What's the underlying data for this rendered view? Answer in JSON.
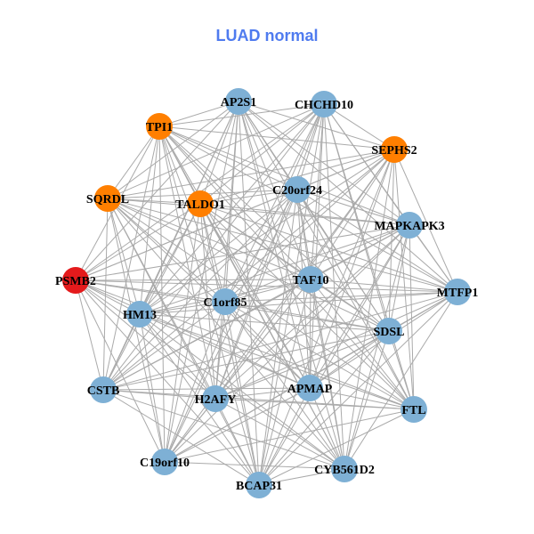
{
  "title": "LUAD normal",
  "colors": {
    "blue": "#7EB0D5",
    "orange": "#FF7F00",
    "red": "#E41A1C",
    "edge": "#AAAAAA"
  },
  "nodes": [
    {
      "id": "AP2S1",
      "group": "blue"
    },
    {
      "id": "CHCHD10",
      "group": "blue"
    },
    {
      "id": "TPI1",
      "group": "orange"
    },
    {
      "id": "SEPHS2",
      "group": "orange"
    },
    {
      "id": "SQRDL",
      "group": "orange"
    },
    {
      "id": "TALDO1",
      "group": "orange"
    },
    {
      "id": "C20orf24",
      "group": "blue"
    },
    {
      "id": "MAPKAPK3",
      "group": "blue"
    },
    {
      "id": "PSMB2",
      "group": "red"
    },
    {
      "id": "TAF10",
      "group": "blue"
    },
    {
      "id": "MTFP1",
      "group": "blue"
    },
    {
      "id": "C1orf85",
      "group": "blue"
    },
    {
      "id": "HM13",
      "group": "blue"
    },
    {
      "id": "SDSL",
      "group": "blue"
    },
    {
      "id": "CSTB",
      "group": "blue"
    },
    {
      "id": "H2AFY",
      "group": "blue"
    },
    {
      "id": "APMAP",
      "group": "blue"
    },
    {
      "id": "FTL",
      "group": "blue"
    },
    {
      "id": "C19orf10",
      "group": "blue"
    },
    {
      "id": "BCAP31",
      "group": "blue"
    },
    {
      "id": "CYB561D2",
      "group": "blue"
    }
  ],
  "edges": {
    "all_pairs_connected": true,
    "missing": [
      [
        "AP2S1",
        "CHCHD10"
      ],
      [
        "CSTB",
        "C19orf10"
      ],
      [
        "FTL",
        "CYB561D2"
      ],
      [
        "PSMB2",
        "SQRDL"
      ],
      [
        "SEPHS2",
        "MAPKAPK3"
      ],
      [
        "MTFP1",
        "FTL"
      ],
      [
        "BCAP31",
        "C19orf10"
      ]
    ]
  }
}
